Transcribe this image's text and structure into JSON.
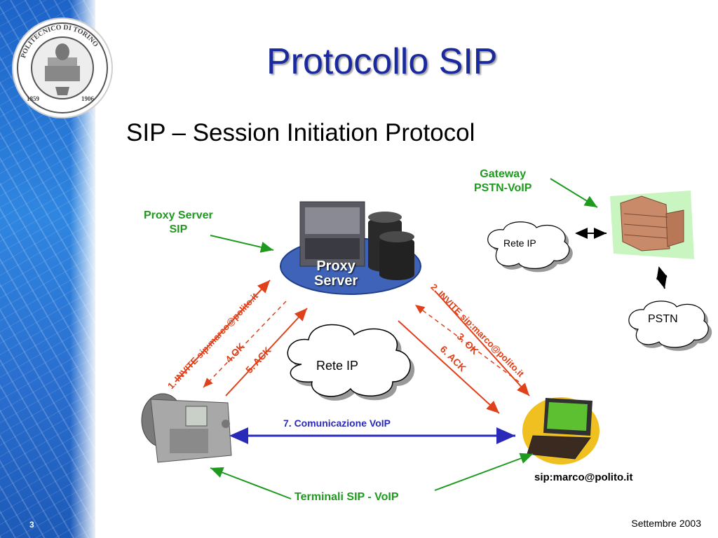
{
  "slide": {
    "title": "Protocollo SIP",
    "subtitle": "SIP – Session Initiation Protocol",
    "page_number": "3",
    "date": "Settembre 2003"
  },
  "logo": {
    "text": "POLITECNICO DI TORINO",
    "years": [
      "1859",
      "1906"
    ]
  },
  "diagram": {
    "proxy_label": [
      "Proxy Server",
      "SIP"
    ],
    "proxy_server_text": [
      "Proxy",
      "Server"
    ],
    "gateway_label": [
      "Gateway",
      "PSTN-VoIP"
    ],
    "rete_ip_center": "Rete IP",
    "rete_ip_small": "Rete IP",
    "pstn": "PSTN",
    "invite_1": "1. INVITE sip:marco@polito.it",
    "ok_4": "4.OK",
    "ack_5": "5. ACK",
    "invite_2": "2. INVITE sip:marco@polito.it",
    "ok_3": "3. OK",
    "ack_6": "6. ACK",
    "voip": "7. Comunicazione VoIP",
    "sip_address": "sip:marco@polito.it",
    "terminals": "Terminali SIP - VoIP"
  },
  "colors": {
    "title": "#1a2a9c",
    "green": "#1f9a1f",
    "orange": "#e0401a",
    "voip_blue": "#2a2ab8"
  }
}
